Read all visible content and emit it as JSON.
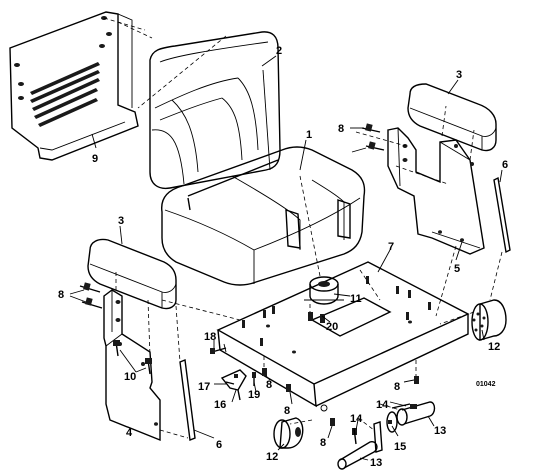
{
  "diagram": {
    "figure_code": "01042",
    "callouts": [
      {
        "id": "c1",
        "text": "1"
      },
      {
        "id": "c2",
        "text": "2"
      },
      {
        "id": "c3a",
        "text": "3"
      },
      {
        "id": "c3b",
        "text": "3"
      },
      {
        "id": "c4",
        "text": "4"
      },
      {
        "id": "c5",
        "text": "5"
      },
      {
        "id": "c6a",
        "text": "6"
      },
      {
        "id": "c6b",
        "text": "6"
      },
      {
        "id": "c7",
        "text": "7"
      },
      {
        "id": "c8a",
        "text": "8"
      },
      {
        "id": "c8b",
        "text": "8"
      },
      {
        "id": "c8c",
        "text": "8"
      },
      {
        "id": "c8d",
        "text": "8"
      },
      {
        "id": "c8e",
        "text": "8"
      },
      {
        "id": "c8f",
        "text": "8"
      },
      {
        "id": "c9",
        "text": "9"
      },
      {
        "id": "c10",
        "text": "10"
      },
      {
        "id": "c11",
        "text": "11"
      },
      {
        "id": "c12a",
        "text": "12"
      },
      {
        "id": "c12b",
        "text": "12"
      },
      {
        "id": "c13a",
        "text": "13"
      },
      {
        "id": "c13b",
        "text": "13"
      },
      {
        "id": "c14a",
        "text": "14"
      },
      {
        "id": "c14b",
        "text": "14"
      },
      {
        "id": "c15",
        "text": "15"
      },
      {
        "id": "c16",
        "text": "16"
      },
      {
        "id": "c17",
        "text": "17"
      },
      {
        "id": "c18",
        "text": "18"
      },
      {
        "id": "c19",
        "text": "19"
      },
      {
        "id": "c20",
        "text": "20"
      }
    ]
  }
}
